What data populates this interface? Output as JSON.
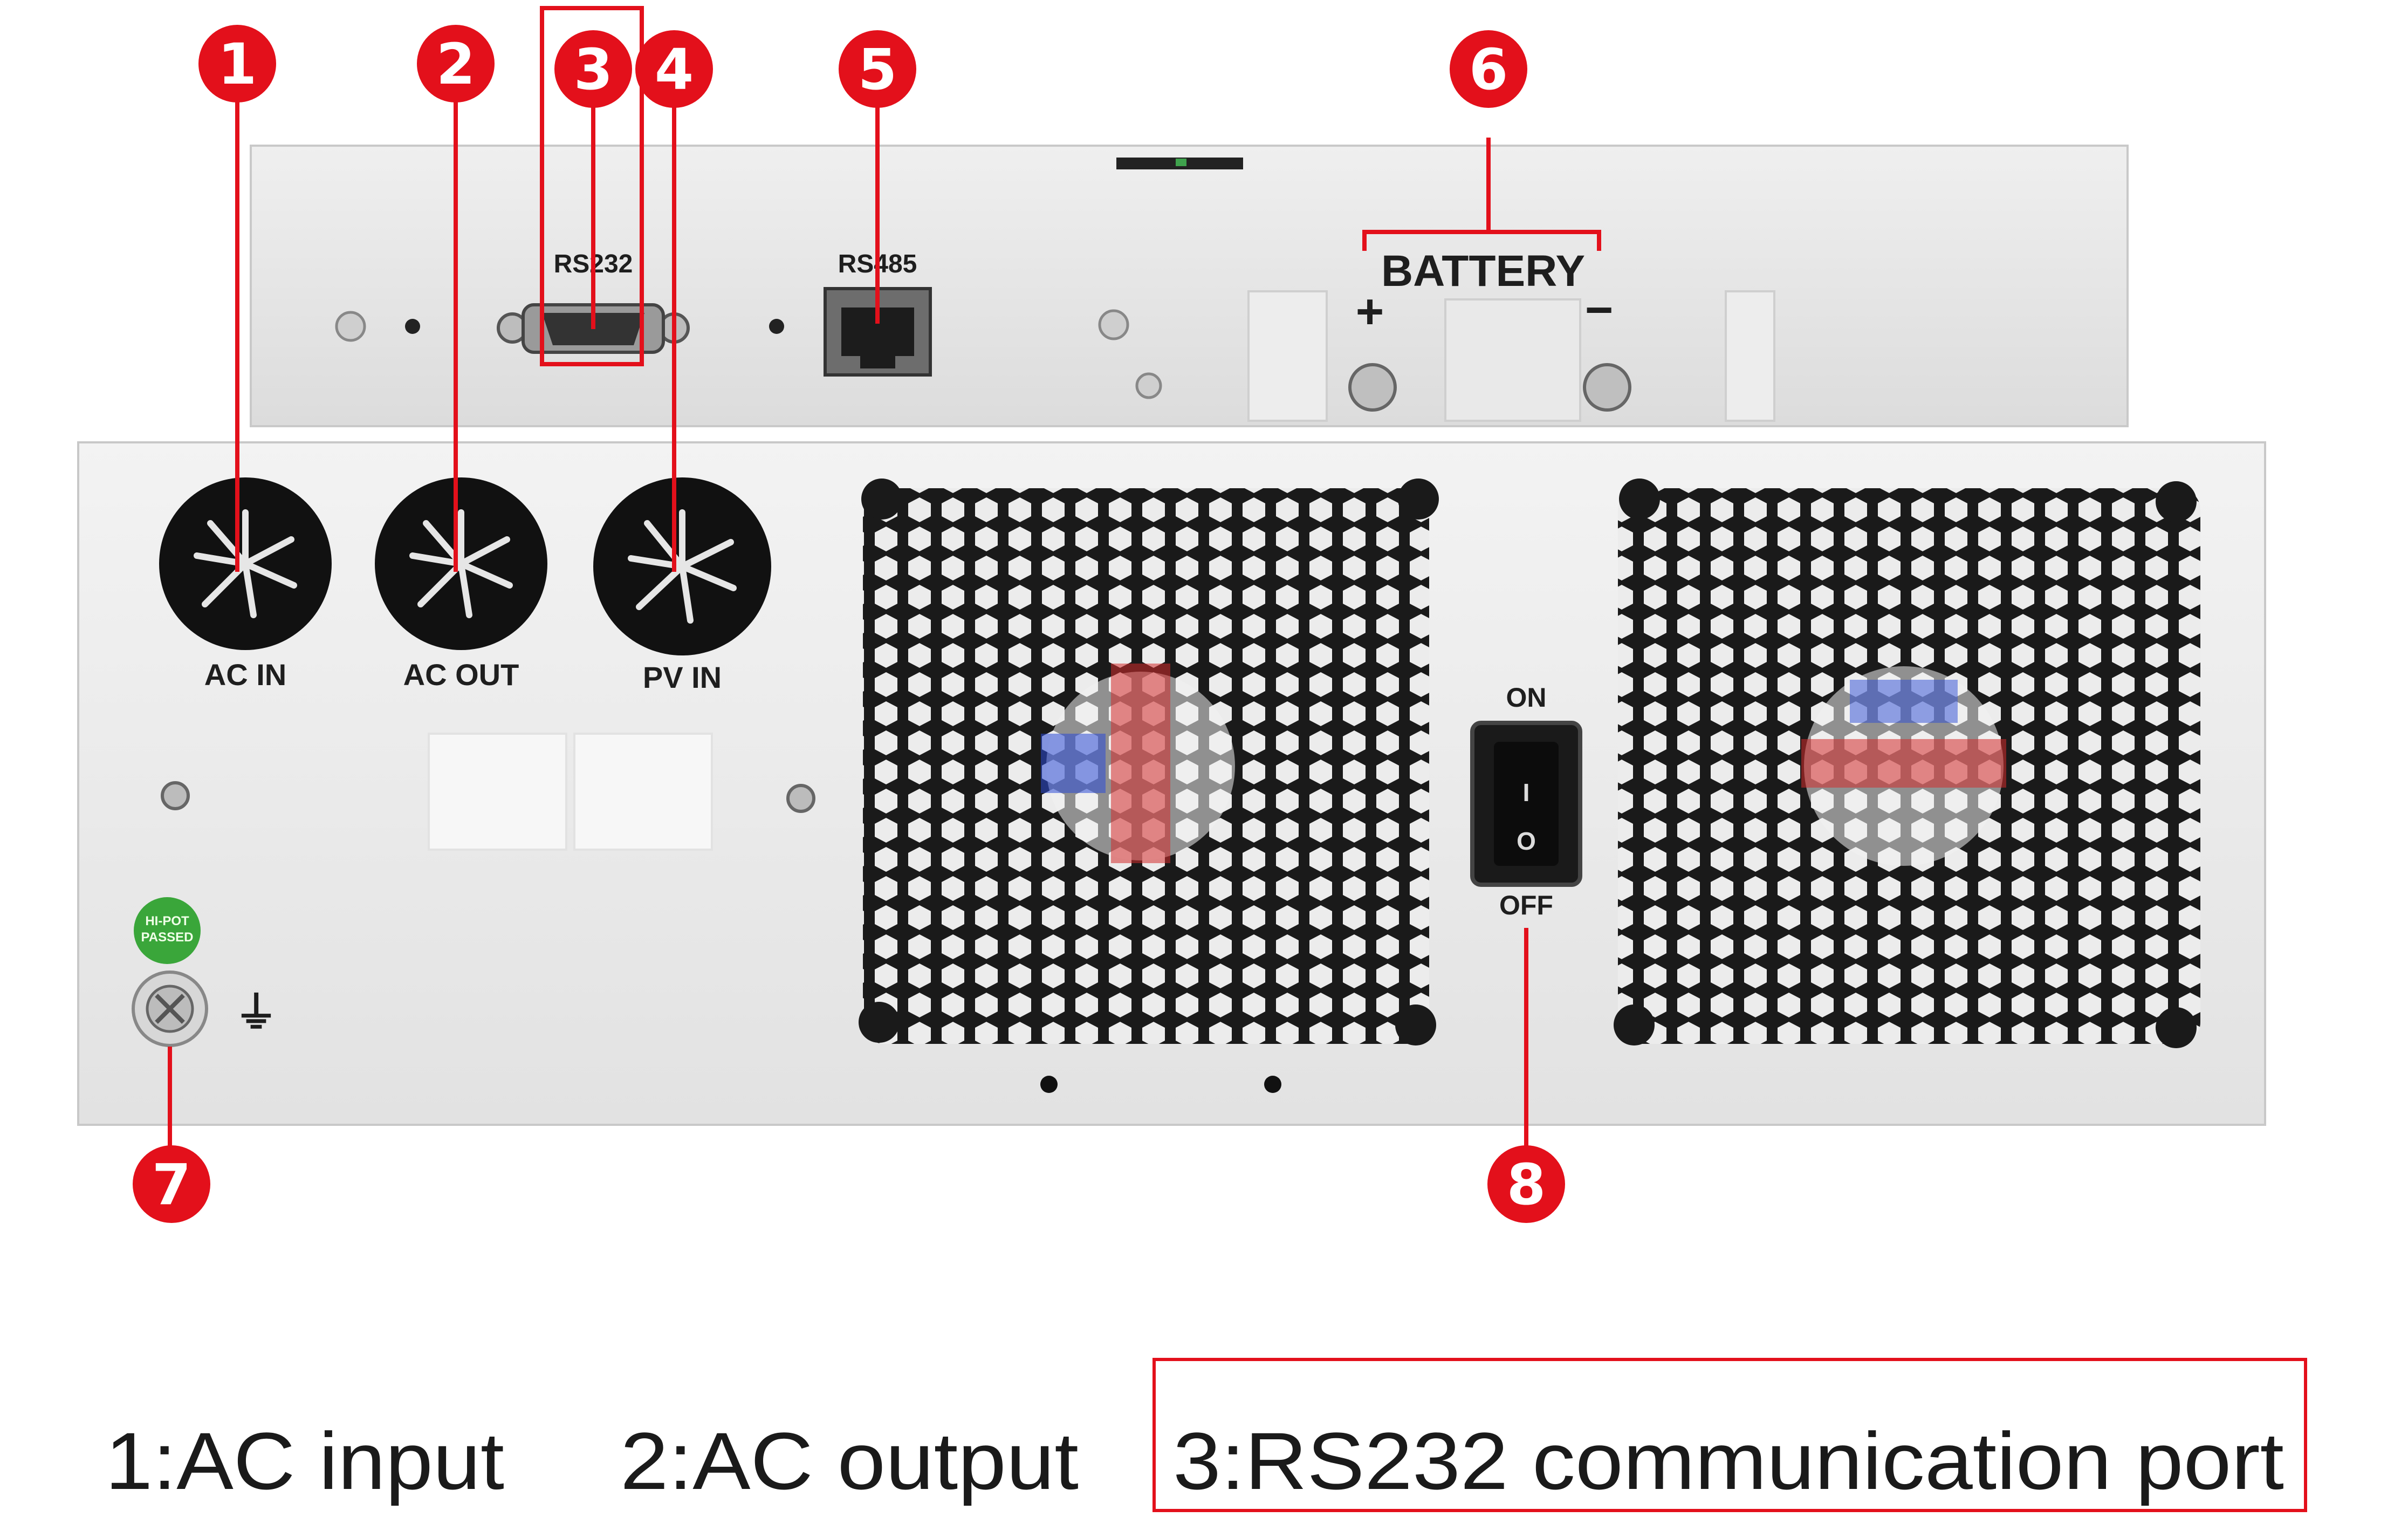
{
  "panel_labels": {
    "rs232": "RS232",
    "rs485": "RS485",
    "battery": "BATTERY",
    "battery_plus": "+",
    "battery_minus": "−",
    "ac_in": "AC IN",
    "ac_out": "AC OUT",
    "pv_in": "PV IN",
    "switch_on": "ON",
    "switch_off": "OFF",
    "switch_i": "I",
    "switch_o": "O",
    "hipot_line1": "HI-POT",
    "hipot_line2": "PASSED",
    "ground_symbol": "⏚"
  },
  "callouts": [
    {
      "number": "1"
    },
    {
      "number": "2"
    },
    {
      "number": "3"
    },
    {
      "number": "4"
    },
    {
      "number": "5"
    },
    {
      "number": "6"
    },
    {
      "number": "7"
    },
    {
      "number": "8"
    }
  ],
  "captions": [
    {
      "text": "1:AC input"
    },
    {
      "text": "2:AC output"
    },
    {
      "text": "3:RS232 communication port"
    }
  ],
  "colors": {
    "callout_red": "#e3101b",
    "panel_light": "#f0f0f0",
    "panel_top": "#e6e6e6",
    "knockout_black": "#111111",
    "highlight_box": "#e3101b",
    "hipot_green": "#3aa63a"
  }
}
